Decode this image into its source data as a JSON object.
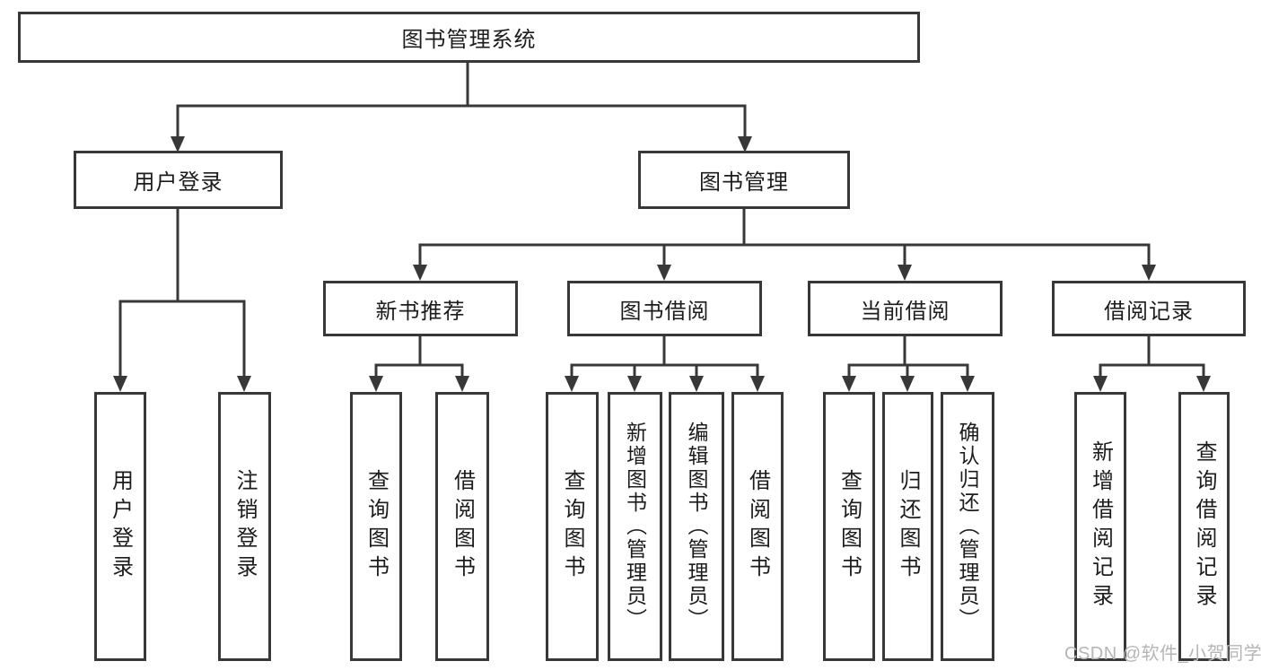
{
  "colors": {
    "line": "#383838",
    "box_fill": "#ffffff",
    "text": "#1c1c1c",
    "watermark": "#b5b5b5"
  },
  "diagram": {
    "root": {
      "label": "图书管理系统"
    },
    "branches": {
      "user_login": {
        "label": "用户登录",
        "children": [
          {
            "label": "用户登录"
          },
          {
            "label": "注销登录"
          }
        ]
      },
      "book_mgmt": {
        "label": "图书管理",
        "children": [
          {
            "label": "新书推荐",
            "children": [
              {
                "label": "查询图书"
              },
              {
                "label": "借阅图书"
              }
            ]
          },
          {
            "label": "图书借阅",
            "children": [
              {
                "label": "查询图书"
              },
              {
                "label": "新增图书（管理员）"
              },
              {
                "label": "编辑图书（管理员）"
              },
              {
                "label": "借阅图书"
              }
            ]
          },
          {
            "label": "当前借阅",
            "children": [
              {
                "label": "查询图书"
              },
              {
                "label": "归还图书"
              },
              {
                "label": "确认归还（管理员）"
              }
            ]
          },
          {
            "label": "借阅记录",
            "children": [
              {
                "label": "新增借阅记录"
              },
              {
                "label": "查询借阅记录"
              }
            ]
          }
        ]
      }
    }
  },
  "watermark": {
    "text": "CSDN @软件_小贺同学"
  }
}
